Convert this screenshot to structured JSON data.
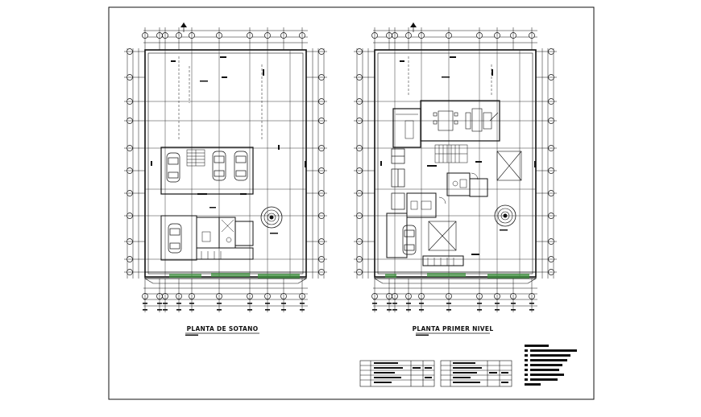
{
  "drawing": {
    "plans": [
      {
        "id": "sotano",
        "title": "PLANTA  DE SOTANO"
      },
      {
        "id": "primer",
        "title": "PLANTA  PRIMER NIVEL"
      }
    ],
    "colors": {
      "line": "#111111",
      "hatch": "#555555",
      "landscape": "#3d8f3d",
      "background": "#ffffff"
    }
  }
}
